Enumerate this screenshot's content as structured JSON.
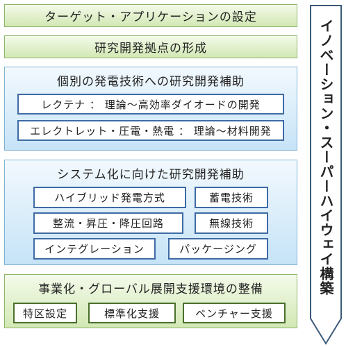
{
  "headers": {
    "target": "ターゲット・アプリケーションの設定",
    "base": "研究開発拠点の形成"
  },
  "panel_individual": {
    "title": "個別の発電技術への研究開発補助",
    "items": [
      "レクテナ ： 理論～高効率ダイオードの開発",
      "エレクトレット・圧電・熱電 ： 理論～材料開発"
    ]
  },
  "panel_system": {
    "title": "システム化に向けた研究開発補助",
    "items": [
      "ハイブリッド発電方式",
      "蓄電技術",
      "整流・昇圧・降圧回路",
      "無線技術",
      "インテグレーション",
      "パッケージング"
    ]
  },
  "panel_business": {
    "title": "事業化・グローバル展開支援環境の整備",
    "items": [
      "特区設定",
      "標準化支援",
      "ベンチャー支援"
    ]
  },
  "arrow": {
    "label": "イノベーション・スーパーハイウェイ構築"
  },
  "colors": {
    "blue_border": "#3e6aa5",
    "green_fill": "#d2e8b4",
    "blue_fill": "#c6e3f7"
  }
}
